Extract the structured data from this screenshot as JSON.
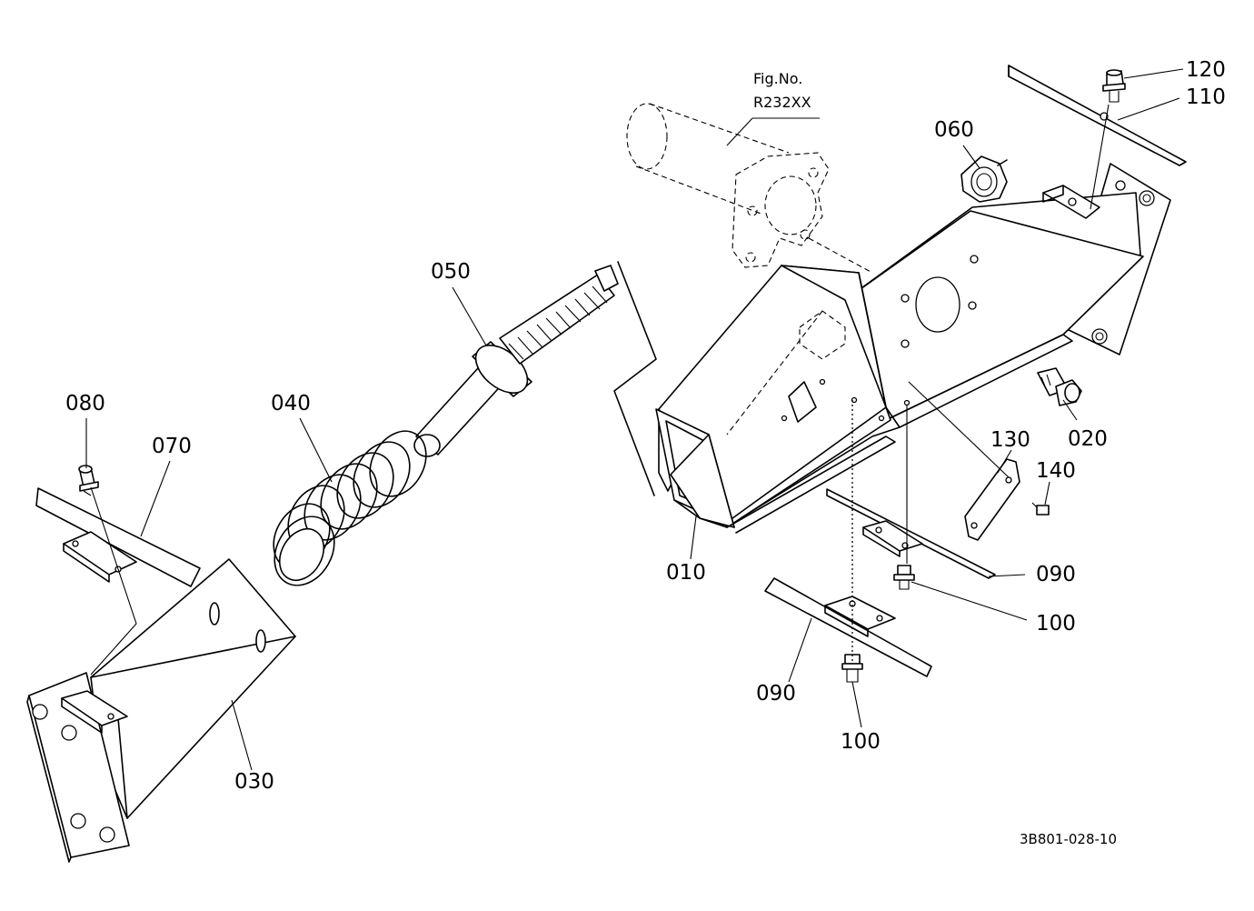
{
  "figure_ref": {
    "line1": "Fig.No.",
    "line2": "R232XX"
  },
  "drawing_code": "3B801-028-10",
  "callouts": {
    "c010": "010",
    "c020": "020",
    "c030": "030",
    "c040": "040",
    "c050": "050",
    "c060": "060",
    "c070": "070",
    "c080": "080",
    "c090a": "090",
    "c090b": "090",
    "c100a": "100",
    "c100b": "100",
    "c110": "110",
    "c120": "120",
    "c130": "130",
    "c140": "140"
  }
}
